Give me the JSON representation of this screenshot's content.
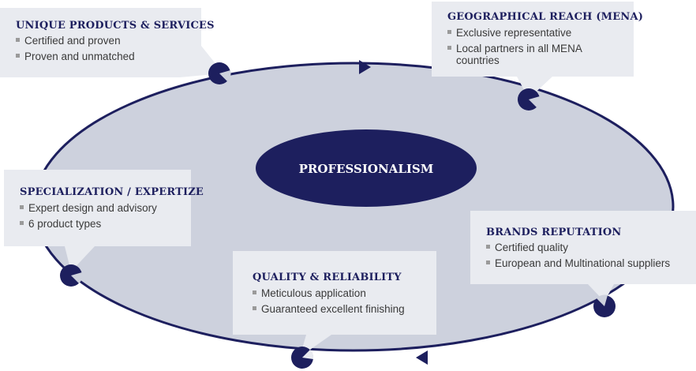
{
  "center": {
    "label": "PROFESSIONALISM"
  },
  "callouts": [
    {
      "title": "UNIQUE PRODUCTS & SERVICES",
      "items": [
        "Certified and proven",
        "Proven and unmatched"
      ]
    },
    {
      "title": "GEOGRAPHICAL REACH (MENA)",
      "items": [
        "Exclusive representative",
        "Local partners in all MENA countries"
      ]
    },
    {
      "title": "SPECIALIZATION / EXPERTIZE",
      "items": [
        "Expert design and advisory",
        "6 product types"
      ]
    },
    {
      "title": "BRANDS REPUTATION",
      "items": [
        "Certified quality",
        "European and Multinational suppliers"
      ]
    },
    {
      "title": "QUALITY & RELIABILITY",
      "items": [
        "Meticulous application",
        "Guaranteed excellent finishing"
      ]
    }
  ],
  "colors": {
    "navy": "#1d1f5e",
    "ellipse_fill": "#cdd1dd",
    "callout_fill": "#e9ebf0",
    "bullet": "#9a9a9a"
  }
}
